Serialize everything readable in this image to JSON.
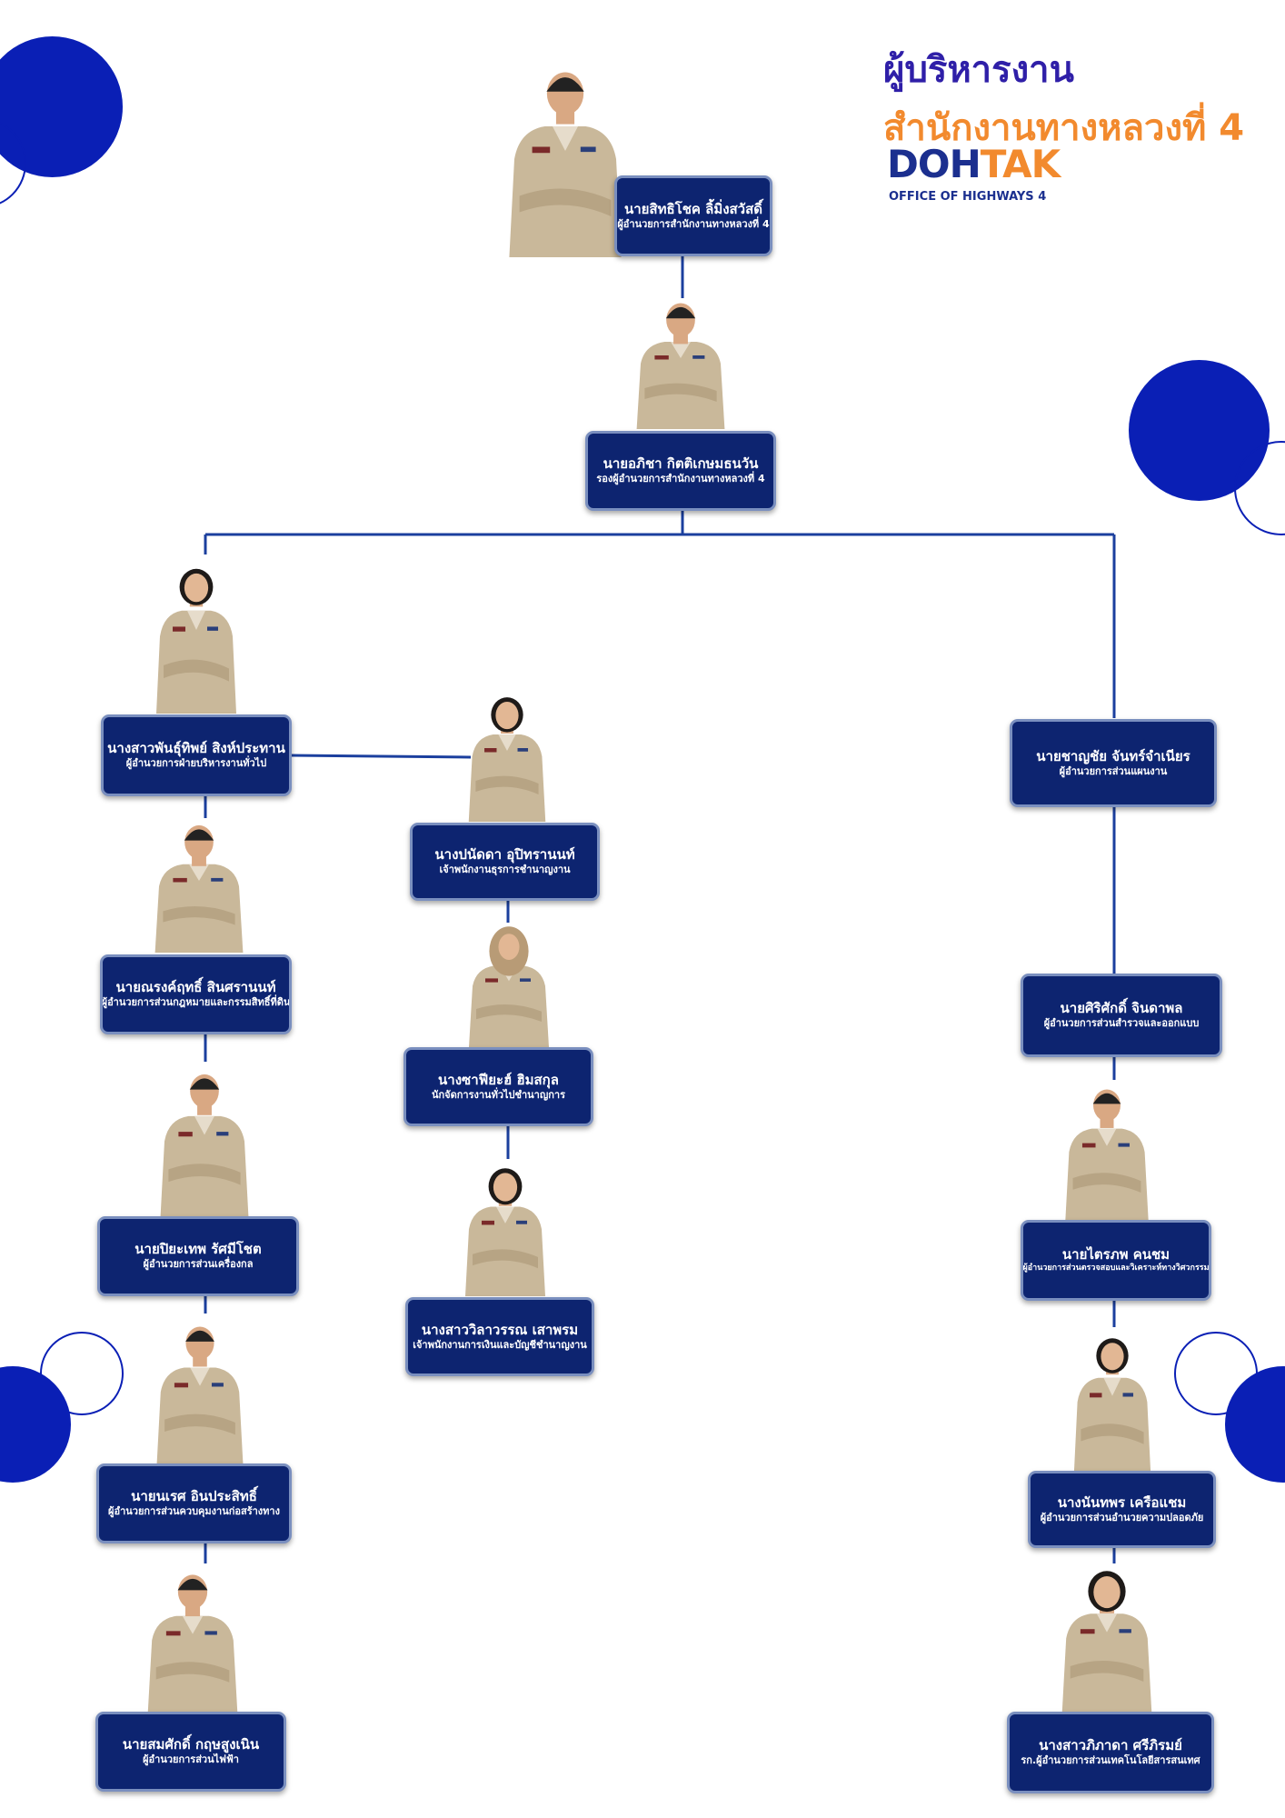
{
  "header": {
    "title_line1": "ผู้บริหารงาน",
    "title_line2": "สำนักงานทางหลวงที่ 4",
    "logo_dark": "DOH",
    "logo_orange": "TAK",
    "logo_sub": "OFFICE OF HIGHWAYS 4"
  },
  "colors": {
    "brand_blue": "#0a1fb5",
    "node_bg": "#0d2470",
    "title_purple": "#2f1fa8",
    "title_orange": "#f28a2e"
  },
  "people": [
    {
      "name": "นายสิทธิโชค   ลิ้มิ่งสวัสดิ์",
      "position": "ผู้อำนวยการสำนักงานทางหลวงที่ 4",
      "photo": "person-photo-male"
    },
    {
      "name": "นายอภิชา   กิตติเกษมธนวัน",
      "position": "รองผู้อำนวยการสำนักงานทางหลวงที่ 4",
      "photo": "person-photo-male"
    },
    {
      "name": "นางสาวพันธุ์ทิพย์  สิงห์ประทาน",
      "position": "ผู้อำนวยการฝ่ายบริหารงานทั่วไป",
      "photo": "person-photo-female"
    },
    {
      "name": "นางปนัดดา   อุปิทรานนท์",
      "position": "เจ้าพนักงานธุรการชำนาญงาน",
      "photo": "person-photo-female"
    },
    {
      "name": "นางซาฟียะฮ์  ฮิมสกุล",
      "position": "นักจัดการงานทั่วไปชำนาญการ",
      "photo": "person-photo-female-hijab"
    },
    {
      "name": "นางสาววิลาวรรณ  เสาพรม",
      "position": "เจ้าพนักงานการเงินและบัญชีชำนาญงาน",
      "photo": "person-photo-female"
    },
    {
      "name": "นายณรงค์ฤทธิ์   สินศรานนท์",
      "position": "ผู้อำนวยการส่วนกฎหมายและกรรมสิทธิ์ที่ดิน",
      "photo": "person-photo-male"
    },
    {
      "name": "นายปิยะเทพ   รัศมีโชต",
      "position": "ผู้อำนวยการส่วนเครื่องกล",
      "photo": "person-photo-male"
    },
    {
      "name": "นายนเรศ   อินประสิทธิ์",
      "position": "ผู้อำนวยการส่วนควบคุมงานก่อสร้างทาง",
      "photo": "person-photo-male"
    },
    {
      "name": "นายสมศักดิ์   กฤษสูงเนิน",
      "position": "ผู้อำนวยการส่วนไฟฟ้า",
      "photo": "person-photo-male"
    },
    {
      "name": "นายชาญชัย   จันทร์จำเนียร",
      "position": "ผู้อำนวยการส่วนแผนงาน",
      "photo": ""
    },
    {
      "name": "นายศิริศักดิ์   จินดาพล",
      "position": "ผู้อำนวยการส่วนสำรวจและออกแบบ",
      "photo": ""
    },
    {
      "name": "นายไตรภพ   คนชม",
      "position": "ผู้อำนวยการส่วนตรวจสอบและวิเคราะห์ทางวิศวกรรม",
      "photo": "person-photo-male"
    },
    {
      "name": "นางนันทพร   เครือแชม",
      "position": "ผู้อำนวยการส่วนอำนวยความปลอดภัย",
      "photo": "person-photo-female"
    },
    {
      "name": "นางสาวภิภาดา   ศรีภิรมย์",
      "position": "รก.ผู้อำนวยการส่วนเทคโนโลยีสารสนเทศ",
      "photo": "person-photo-female"
    }
  ]
}
